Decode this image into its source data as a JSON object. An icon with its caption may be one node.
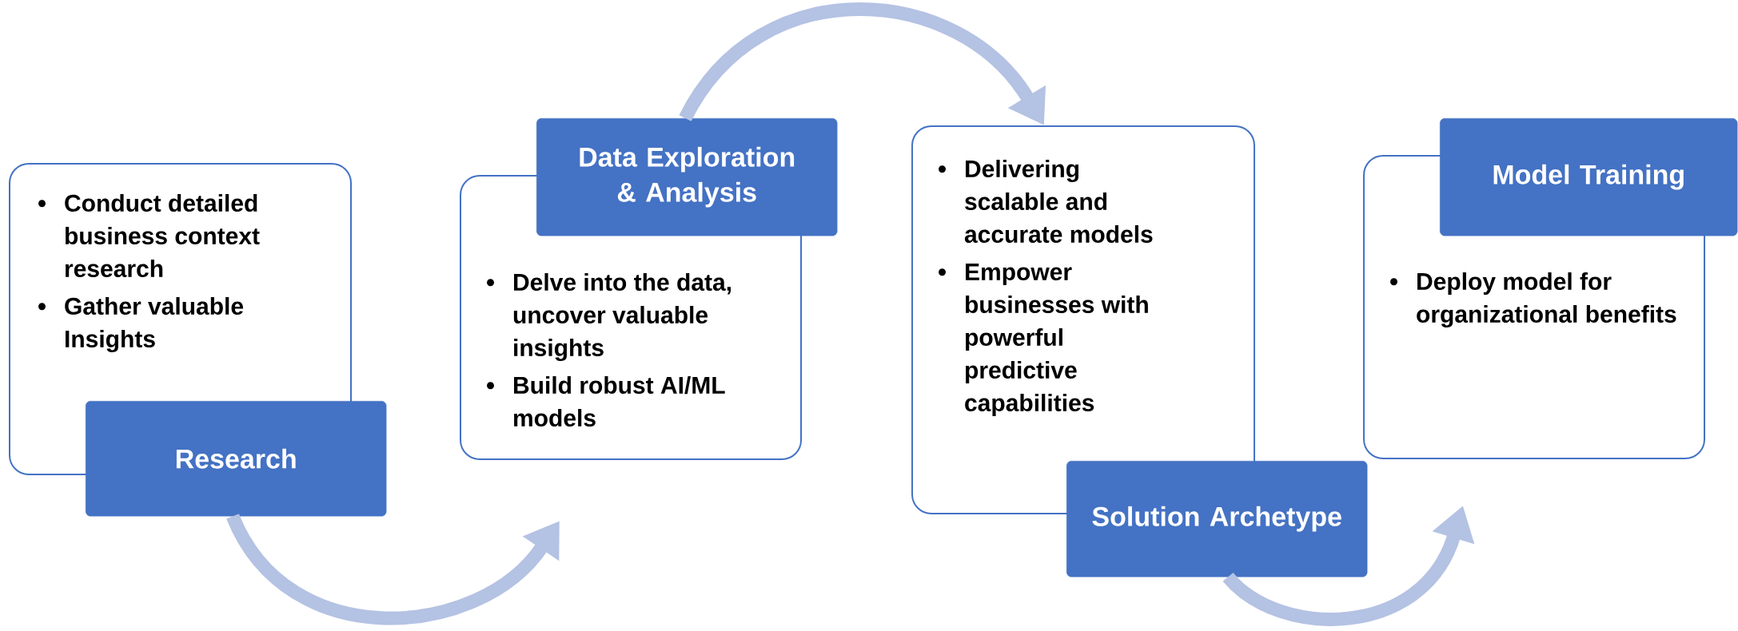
{
  "diagram": {
    "nodes": [
      {
        "text": [
          "Conduct detailed business context research",
          "Gather valuable Insights"
        ]
      },
      {
        "text": [
          "Research"
        ]
      },
      {
        "text": [
          "Data Exploration & Analysis"
        ]
      },
      {
        "text": [
          "Delve into the data, uncover valuable insights",
          "Build robust AI/ML models"
        ]
      },
      {
        "text": [
          "Delivering scalable and accurate models",
          "Empower businesses with powerful predictive capabilities"
        ]
      },
      {
        "text": [
          "Solution Archetype"
        ]
      },
      {
        "text": [
          "Model Training"
        ]
      },
      {
        "text": [
          "Deploy model for organizational benefits"
        ]
      }
    ],
    "edges": [
      {
        "from": 1,
        "to": 3,
        "arrow": "to"
      },
      {
        "from": 2,
        "to": 4,
        "arrow": "to"
      },
      {
        "from": 5,
        "to": 7,
        "arrow": "to"
      }
    ]
  }
}
